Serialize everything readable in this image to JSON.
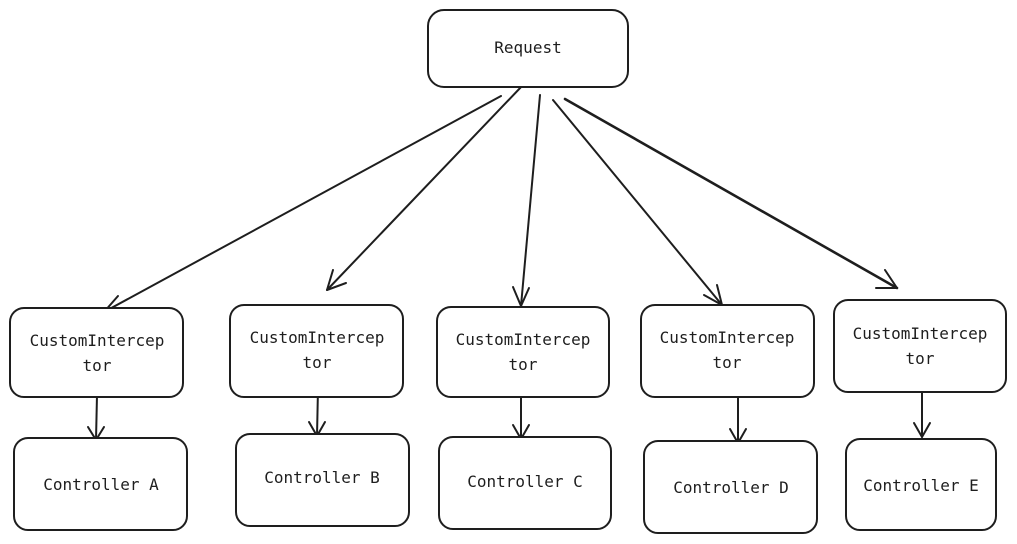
{
  "request": {
    "label": "Request"
  },
  "columns": [
    {
      "interceptor": [
        "CustomIntercep",
        "tor"
      ],
      "controller": "Controller A"
    },
    {
      "interceptor": [
        "CustomIntercep",
        "tor"
      ],
      "controller": "Controller B"
    },
    {
      "interceptor": [
        "CustomIntercep",
        "tor"
      ],
      "controller": "Controller C"
    },
    {
      "interceptor": [
        "CustomIntercep",
        "tor"
      ],
      "controller": "Controller D"
    },
    {
      "interceptor": [
        "CustomIntercep",
        "tor"
      ],
      "controller": "Controller E"
    }
  ],
  "colors": {
    "stroke": "#1e1e1e",
    "background": "#ffffff"
  }
}
